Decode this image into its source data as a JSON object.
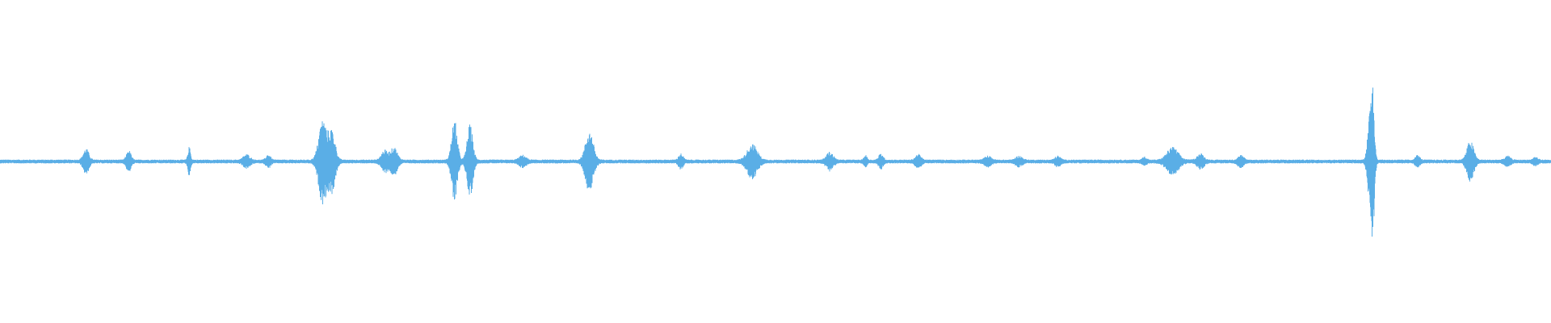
{
  "waveform": {
    "color": "#5aaee6",
    "background": "#ffffff",
    "duration": 1,
    "baseline_amplitude": 0.012,
    "bursts": [
      {
        "t": 0.0555,
        "amp": 0.07,
        "width": 0.0025
      },
      {
        "t": 0.083,
        "amp": 0.06,
        "width": 0.002
      },
      {
        "t": 0.122,
        "amp": 0.08,
        "width": 0.0012
      },
      {
        "t": 0.159,
        "amp": 0.035,
        "width": 0.003
      },
      {
        "t": 0.173,
        "amp": 0.035,
        "width": 0.002
      },
      {
        "t": 0.208,
        "amp": 0.25,
        "width": 0.0035
      },
      {
        "t": 0.214,
        "amp": 0.18,
        "width": 0.003
      },
      {
        "t": 0.248,
        "amp": 0.06,
        "width": 0.003
      },
      {
        "t": 0.254,
        "amp": 0.08,
        "width": 0.003
      },
      {
        "t": 0.293,
        "amp": 0.25,
        "width": 0.0025
      },
      {
        "t": 0.303,
        "amp": 0.22,
        "width": 0.0025
      },
      {
        "t": 0.337,
        "amp": 0.03,
        "width": 0.003
      },
      {
        "t": 0.38,
        "amp": 0.18,
        "width": 0.0035
      },
      {
        "t": 0.439,
        "amp": 0.04,
        "width": 0.002
      },
      {
        "t": 0.485,
        "amp": 0.1,
        "width": 0.0045
      },
      {
        "t": 0.535,
        "amp": 0.05,
        "width": 0.003
      },
      {
        "t": 0.558,
        "amp": 0.03,
        "width": 0.0015
      },
      {
        "t": 0.568,
        "amp": 0.04,
        "width": 0.002
      },
      {
        "t": 0.592,
        "amp": 0.035,
        "width": 0.0025
      },
      {
        "t": 0.637,
        "amp": 0.025,
        "width": 0.003
      },
      {
        "t": 0.657,
        "amp": 0.025,
        "width": 0.003
      },
      {
        "t": 0.682,
        "amp": 0.025,
        "width": 0.0025
      },
      {
        "t": 0.738,
        "amp": 0.02,
        "width": 0.002
      },
      {
        "t": 0.756,
        "amp": 0.08,
        "width": 0.005
      },
      {
        "t": 0.774,
        "amp": 0.04,
        "width": 0.003
      },
      {
        "t": 0.8,
        "amp": 0.03,
        "width": 0.0025
      },
      {
        "t": 0.883,
        "amp": 0.22,
        "width": 0.002
      },
      {
        "t": 0.885,
        "amp": 0.45,
        "width": 0.0015
      },
      {
        "t": 0.914,
        "amp": 0.03,
        "width": 0.002
      },
      {
        "t": 0.948,
        "amp": 0.12,
        "width": 0.003
      },
      {
        "t": 0.972,
        "amp": 0.025,
        "width": 0.0025
      },
      {
        "t": 0.99,
        "amp": 0.02,
        "width": 0.002
      }
    ]
  }
}
